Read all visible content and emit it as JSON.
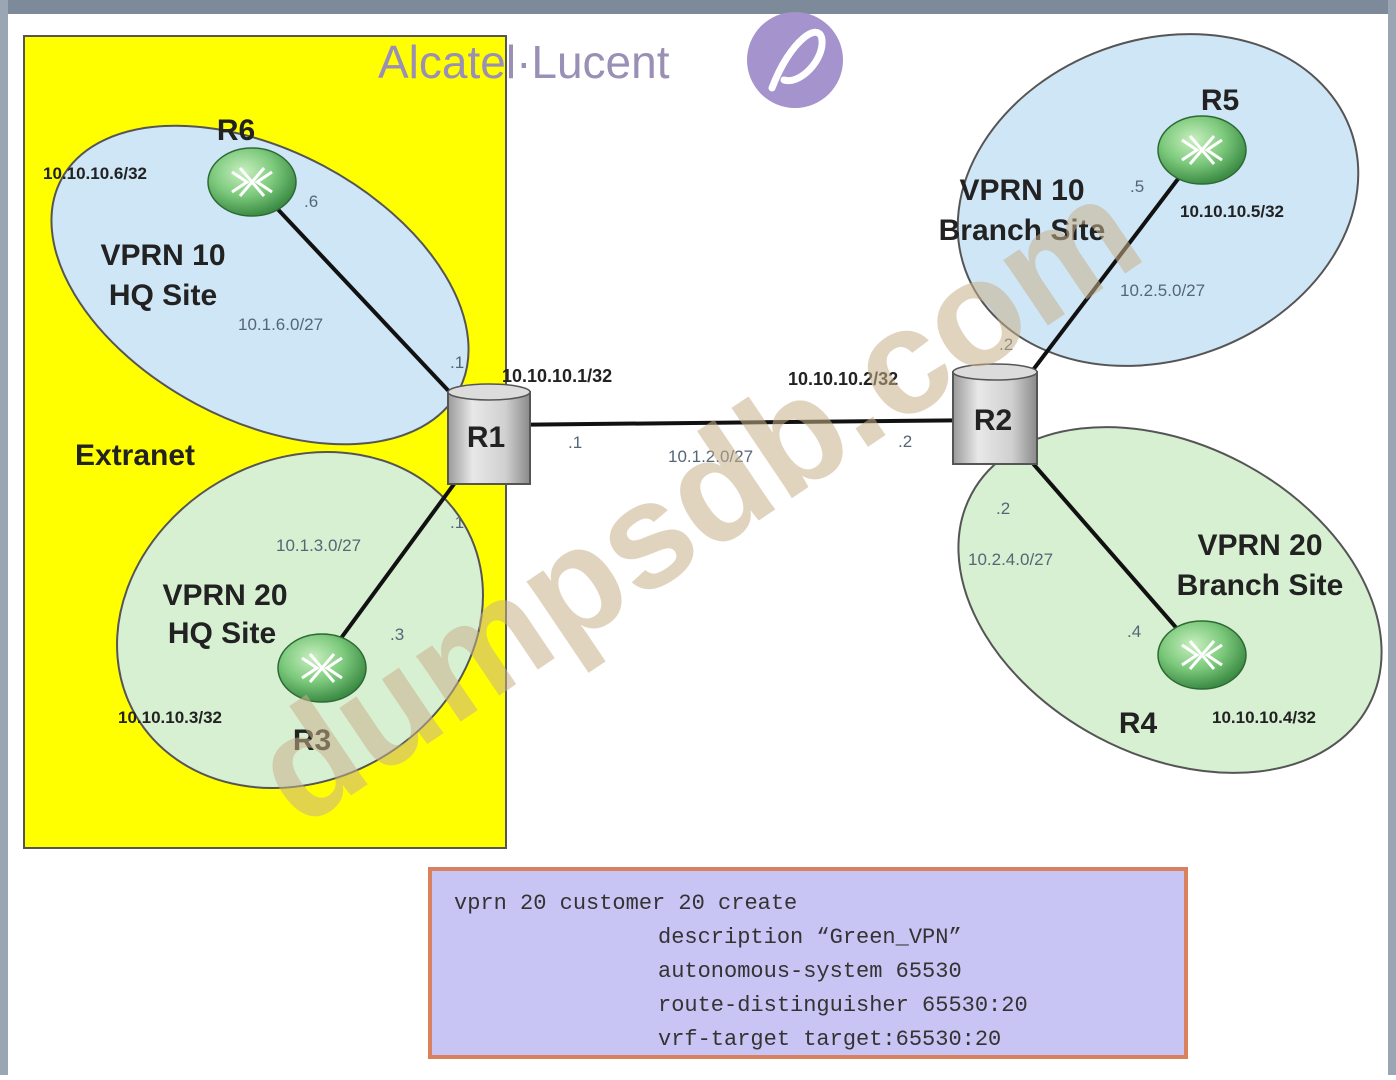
{
  "brand": {
    "name": "Alcatel·Lucent"
  },
  "watermark": "dumpsdb.com",
  "extranet_label": "Extranet",
  "sites": {
    "vprn10_hq": {
      "line1": "VPRN 10",
      "line2": "HQ Site"
    },
    "vprn20_hq": {
      "line1": "VPRN 20",
      "line2": "HQ Site"
    },
    "vprn10_branch": {
      "line1": "VPRN 10",
      "line2": "Branch Site"
    },
    "vprn20_branch": {
      "line1": "VPRN 20",
      "line2": "Branch Site"
    }
  },
  "routers": {
    "r1": {
      "name": "R1",
      "loopback": "10.10.10.1/32"
    },
    "r2": {
      "name": "R2",
      "loopback": "10.10.10.2/32"
    },
    "r3": {
      "name": "R3",
      "loopback": "10.10.10.3/32"
    },
    "r4": {
      "name": "R4",
      "loopback": "10.10.10.4/32"
    },
    "r5": {
      "name": "R5",
      "loopback": "10.10.10.5/32"
    },
    "r6": {
      "name": "R6",
      "loopback": "10.10.10.6/32"
    }
  },
  "links": {
    "r1_r6": {
      "subnet": "10.1.6.0/27",
      "r1_if": ".1",
      "r6_if": ".6"
    },
    "r1_r3": {
      "subnet": "10.1.3.0/27",
      "r1_if": ".1",
      "r3_if": ".3"
    },
    "r1_r2": {
      "subnet": "10.1.2.0/27",
      "r1_if": ".1",
      "r2_if": ".2"
    },
    "r2_r5": {
      "subnet": "10.2.5.0/27",
      "r2_if": ".2",
      "r5_if": ".5"
    },
    "r2_r4": {
      "subnet": "10.2.4.0/27",
      "r2_if": ".2",
      "r4_if": ".4"
    }
  },
  "config": {
    "line1": "vprn 20 customer 20 create",
    "line2": "description “Green_VPN”",
    "line3": "autonomous-system 65530",
    "line4": "route-distinguisher 65530:20",
    "line5": "vrf-target target:65530:20"
  },
  "colors": {
    "extranet": "#ffff00",
    "vprn10_fill": "#cfe6f7",
    "vprn20_fill": "#d7f0d2",
    "router_green": "#7cc97c",
    "code_bg": "#c8c4f4",
    "code_border": "#d9805f",
    "frame": "#7c8a99"
  }
}
